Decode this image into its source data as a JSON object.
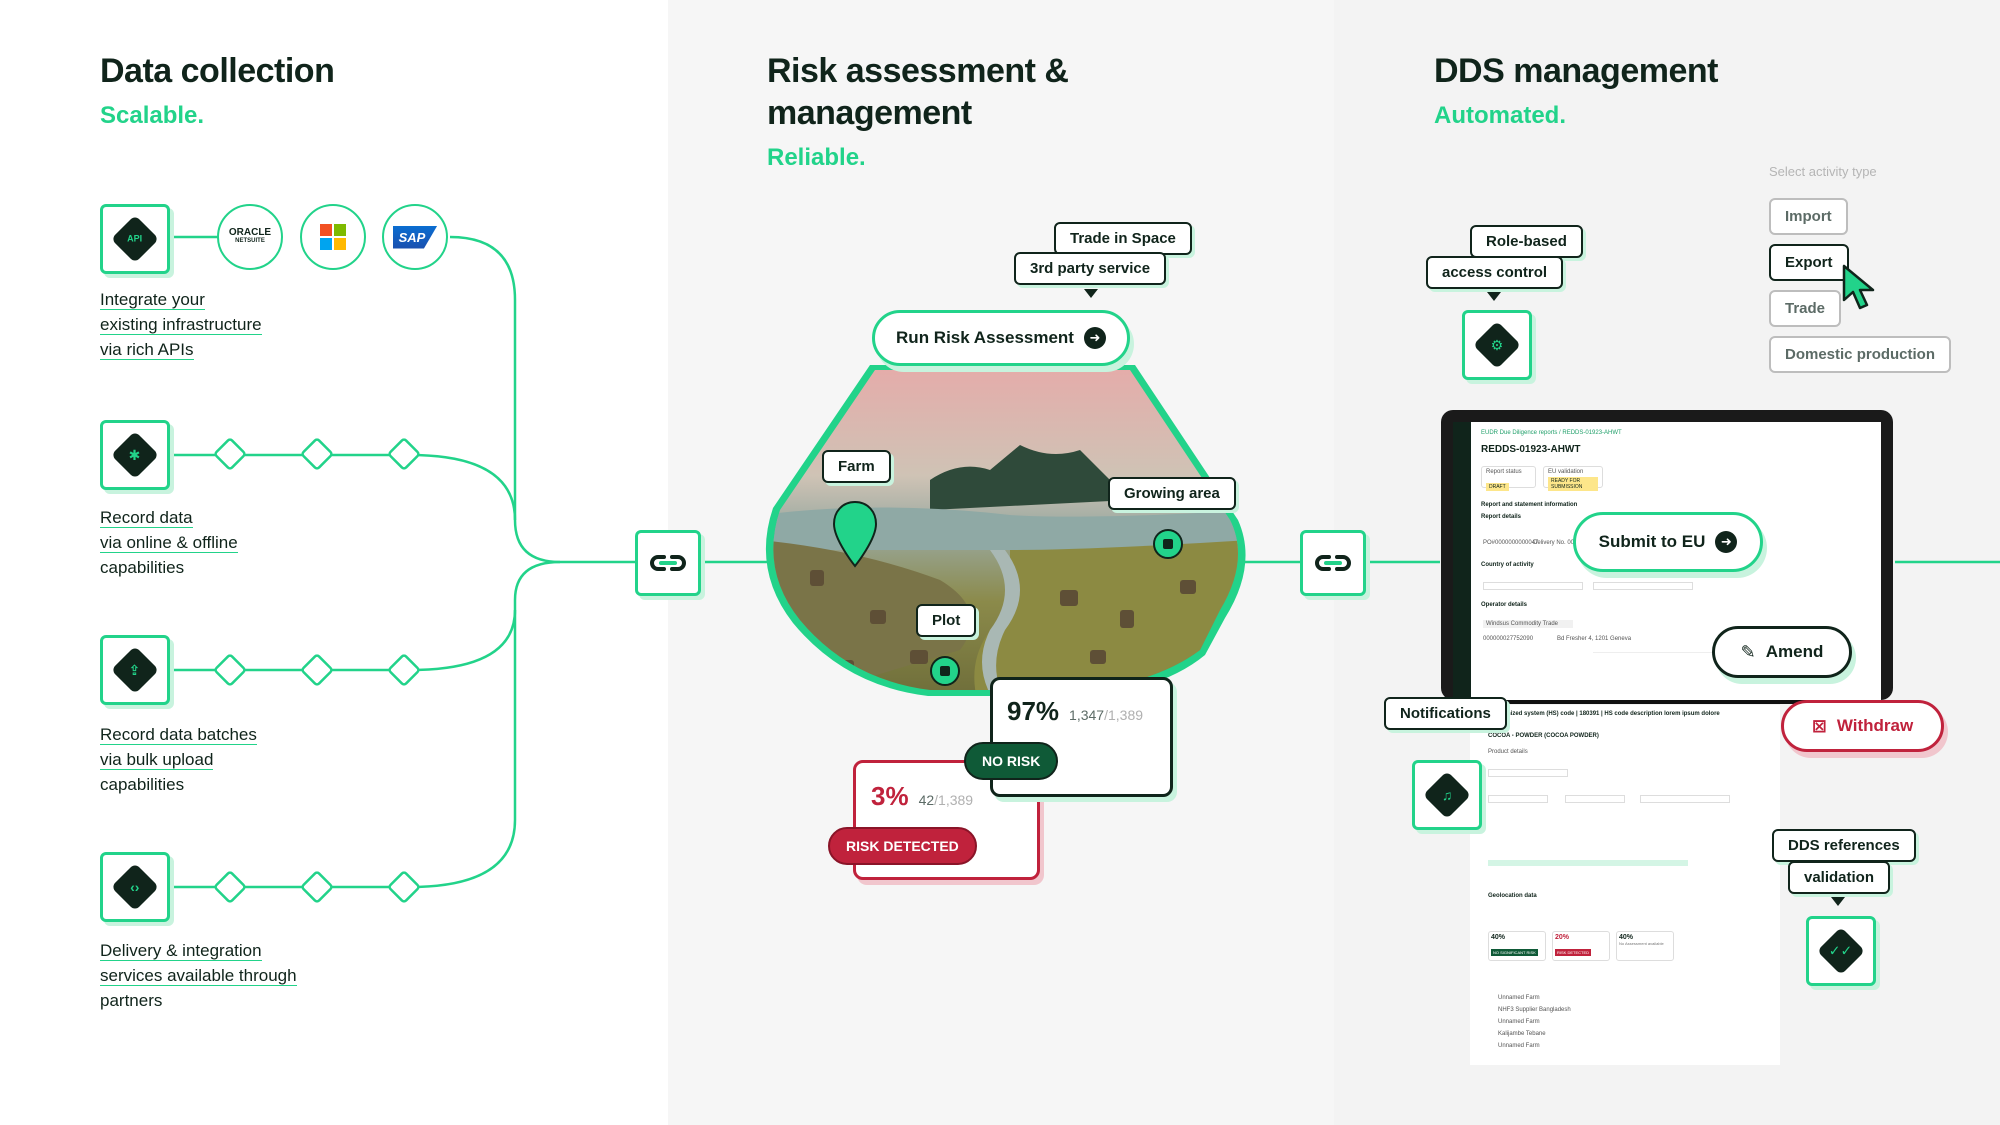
{
  "columns": {
    "data_collection": {
      "title": "Data collection",
      "subtitle": "Scalable."
    },
    "risk": {
      "title_line1": "Risk assessment &",
      "title_line2": "management",
      "subtitle": "Reliable."
    },
    "dds": {
      "title": "DDS management",
      "subtitle": "Automated."
    }
  },
  "collection_rows": [
    {
      "icon": "api-icon",
      "icon_text": "API",
      "line1": "Integrate your",
      "line2": "existing infrastructure",
      "line3": "via rich APIs"
    },
    {
      "icon": "tap-icon",
      "line1": "Record data",
      "line2": "via online & offline",
      "line3": "capabilities"
    },
    {
      "icon": "upload-icon",
      "line1": "Record data batches",
      "line2": "via bulk upload",
      "line3": "capabilities"
    },
    {
      "icon": "code-icon",
      "line1": "Delivery & integration",
      "line2": "services available through",
      "line3": "partners"
    }
  ],
  "partner_logos": {
    "oracle_line1": "ORACLE",
    "oracle_line2": "NETSUITE",
    "sap": "SAP"
  },
  "risk": {
    "tag_trade": "Trade in Space",
    "tag_third_party": "3rd party service",
    "run_button": "Run Risk Assessment",
    "map_labels": {
      "farm": "Farm",
      "growing_area": "Growing area",
      "plot": "Plot"
    },
    "no_risk": {
      "percent": "97%",
      "count": "1,347",
      "total": "/1,389",
      "badge": "NO RISK"
    },
    "risk_detected": {
      "percent": "3%",
      "count": "42",
      "total": "/1,389",
      "badge": "RISK DETECTED"
    }
  },
  "dds": {
    "tag_role": "Role-based",
    "tag_access": "access control",
    "activity_label": "Select activity type",
    "activity_options": [
      "Import",
      "Export",
      "Trade",
      "Domestic production"
    ],
    "selected_option": "Export",
    "submit_button": "Submit to EU",
    "amend_button": "Amend",
    "withdraw_button": "Withdraw",
    "tag_notifications": "Notifications",
    "tag_dds_refs": "DDS references",
    "tag_validation": "validation"
  },
  "screen": {
    "breadcrumb": "EUDR Due Diligence reports  /  REDDS-01923-AHWT",
    "report_id": "REDDS-01923-AHWT",
    "status_label": "Report status",
    "status_value": "DRAFT",
    "eu_label": "EU validation",
    "eu_value": "READY FOR SUBMISSION",
    "section_report": "Report and statement information",
    "section_details": "Report details",
    "ref_value": "PO#0000000000047",
    "delivery_value": "Delivery No. 0000000057",
    "section_country": "Country of activity",
    "section_operator": "Operator details",
    "operator_value": "Windsus Commodity Trade",
    "operator_ref": "000000027752090",
    "address_value": "Bd Fresher 4, 1201 Geneva",
    "hs_line": "Harmonized system (HS) code | 180391 | HS code description lorem ipsum dolore",
    "product_value": "COCOA - POWDER (COCOA POWDER)",
    "section_product": "Product details",
    "section_geo": "Geolocation data",
    "geo_stats": [
      "40%",
      "20%",
      "40%"
    ],
    "geo_badges": [
      "NO SIGNIFICANT RISK",
      "RISK DETECTED",
      "No Assessment available"
    ],
    "table_rows": [
      "Unnamed Farm",
      "NHF3 Supplier Bangladesh",
      "Unnamed Farm",
      "Kalijambe Tebane",
      "Unnamed Farm"
    ]
  },
  "colors": {
    "accent": "#22d38a",
    "dark": "#10241b",
    "danger": "#c0223c",
    "tint": "#c8f3de"
  }
}
